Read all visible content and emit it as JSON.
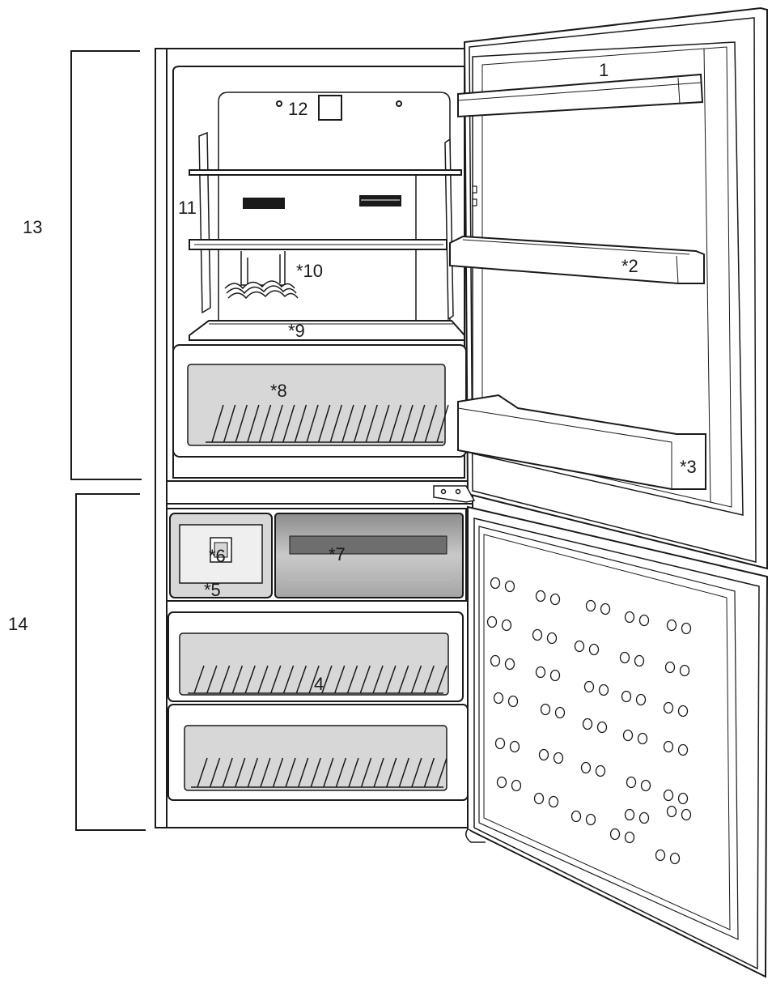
{
  "labels": {
    "l1": "1",
    "l2": "*2",
    "l3": "*3",
    "l4": "4",
    "l5": "*5",
    "l6": "*6",
    "l7": "*7",
    "l8": "*8",
    "l9": "*9",
    "l10": "*10",
    "l11": "11",
    "l12": "12",
    "l13": "13",
    "l14": "14"
  },
  "colors": {
    "line": "#1a1a1a",
    "drawer_fill": "#d7d7d7",
    "panel_fill": "#efefef",
    "bin_fill": "#9a9a9a"
  }
}
